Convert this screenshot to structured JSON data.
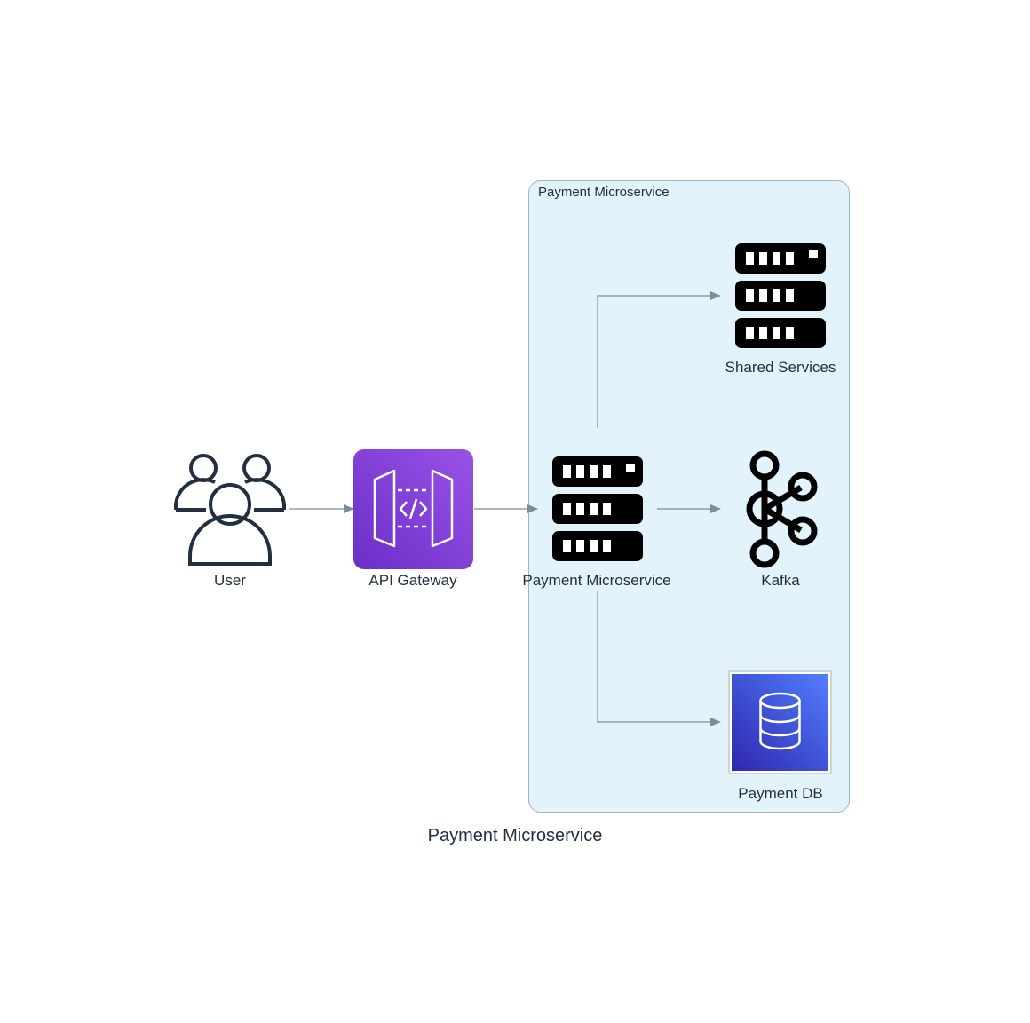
{
  "diagram": {
    "caption": "Payment Microservice",
    "cluster": {
      "label": "Payment Microservice",
      "fill": "#e3f3fb",
      "border": "#9fb4c4"
    },
    "nodes": {
      "user": {
        "label": "User",
        "icon": "users-icon"
      },
      "api_gateway": {
        "label": "API Gateway",
        "icon": "api-gateway-icon",
        "color": "#7b3fd9"
      },
      "payment_service": {
        "label": "Payment Microservice",
        "icon": "server-icon"
      },
      "shared_services": {
        "label": "Shared Services",
        "icon": "server-icon"
      },
      "kafka": {
        "label": "Kafka",
        "icon": "kafka-icon"
      },
      "payment_db": {
        "label": "Payment DB",
        "icon": "database-icon",
        "color": "#3b48cc"
      }
    },
    "edges": [
      {
        "from": "User",
        "to": "API Gateway"
      },
      {
        "from": "API Gateway",
        "to": "Payment Microservice"
      },
      {
        "from": "Payment Microservice",
        "to": "Shared Services"
      },
      {
        "from": "Payment Microservice",
        "to": "Kafka"
      },
      {
        "from": "Payment Microservice",
        "to": "Payment DB"
      }
    ],
    "edge_color": "#7f8c99"
  }
}
